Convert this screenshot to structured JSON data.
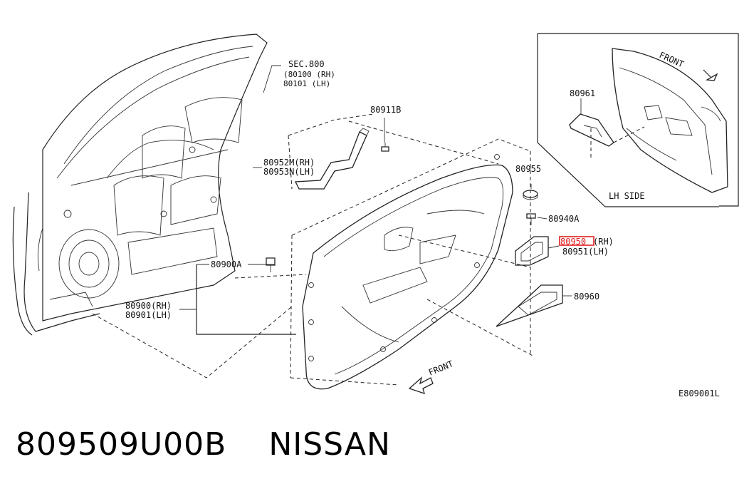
{
  "labels": {
    "sec800": "SEC.800",
    "p80100": "(80100 (RH)",
    "p80101": "80101 (LH)",
    "p80911b": "80911B",
    "p80952m": "80952M(RH)",
    "p80953n": "80953N(LH)",
    "p80955": "80955",
    "p80940a": "80940A",
    "p80950_num": "80950",
    "p80950_rh": "(RH)",
    "p80951": "80951(LH)",
    "p80900a": "80900A",
    "p80900": "80900(RH)",
    "p80901": "80901(LH)",
    "p80960": "80960",
    "p80961": "80961",
    "front_inset": "FRONT",
    "lh_side": "LH SIDE",
    "front_main": "FRONT",
    "diagram_code": "E809001L"
  },
  "highlight": {
    "color": "#e02020"
  },
  "caption": {
    "part_number": "809509U00B",
    "brand": "NISSAN"
  }
}
